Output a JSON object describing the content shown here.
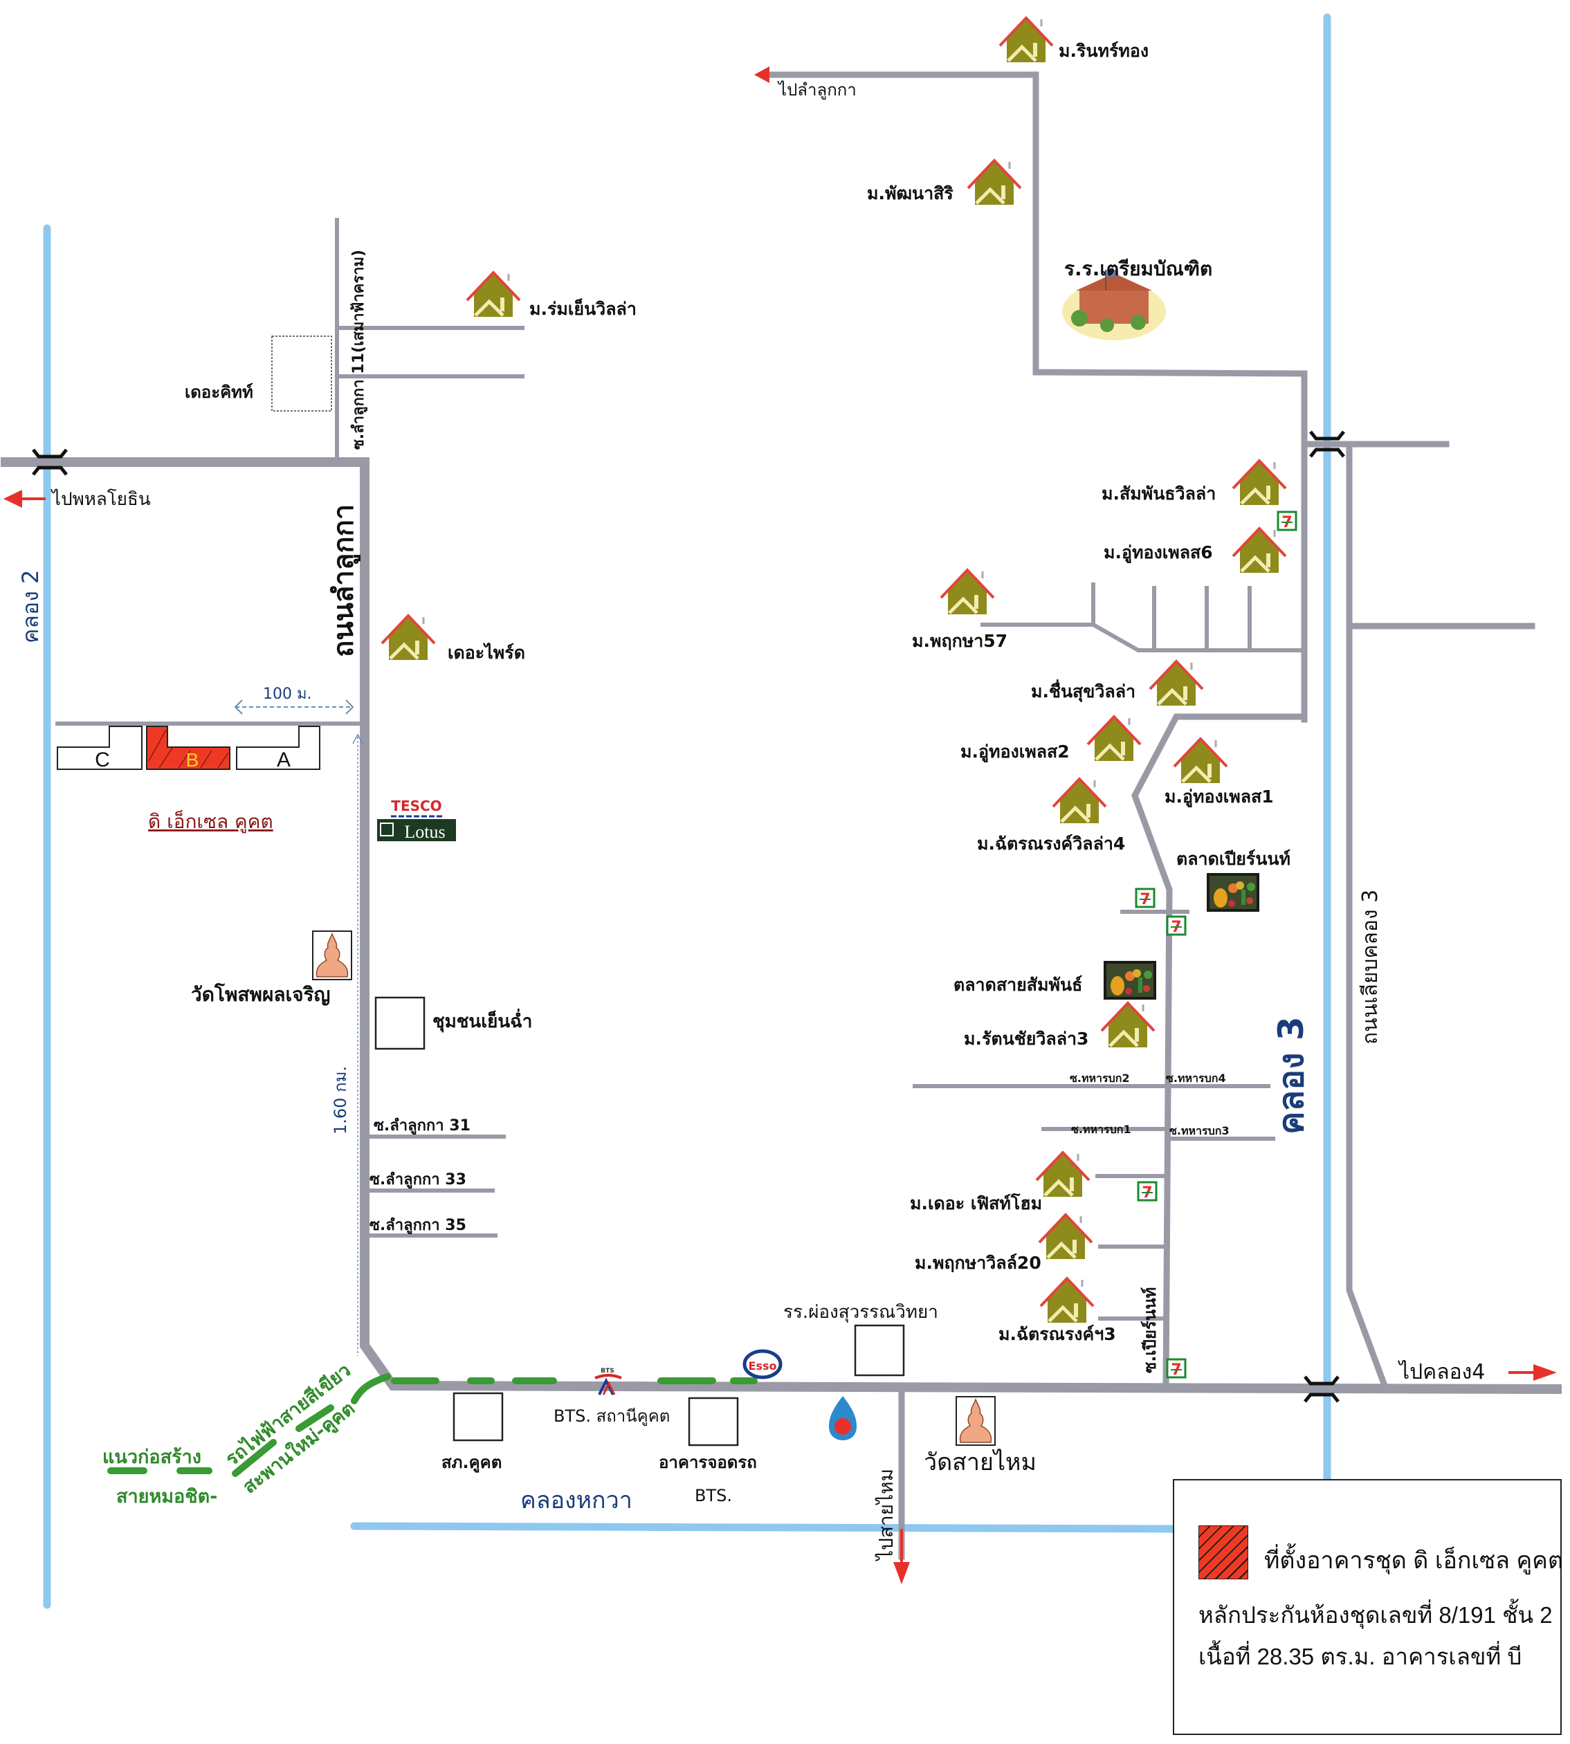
{
  "map": {
    "title": "แผนที่ตั้งอาคารชุด ดิ เอ็กเซล คูคต",
    "project_label": "ดิ เอ็กเซล คูคต",
    "buildings": [
      "C",
      "B",
      "A"
    ],
    "distance_100m": "100 ม.",
    "distance_160km": "1.60 กม.",
    "roads": {
      "lamlukka_road": "ถนนลำลูกกา",
      "soi_lamlukka_11": "ซ.ลำลูกกา 11(เสมาฟ้าคราม)",
      "soi_31": "ซ.ลำลูกกา 31",
      "soi_33": "ซ.ลำลูกกา 33",
      "soi_35": "ซ.ลำลูกกา 35",
      "liab_khlong3": "ถนนเลียบคลอง 3",
      "soi_piyanon": "ซ.เปียร์นนท์",
      "thahanbok1": "ซ.ทหารบก1",
      "thahanbok2": "ซ.ทหารบก2",
      "thahanbok3": "ซ.ทหารบก3",
      "thahanbok4": "ซ.ทหารบก4"
    },
    "canals": {
      "khlong2": "คลอง 2",
      "khlong3": "คลอง 3",
      "khlong_hakwa": "คลองหกวา"
    },
    "directions": {
      "to_phahon": "ไปพหลโยธิน",
      "to_lamlukka": "ไปลำลูกกา",
      "to_khlong4": "ไปคลอง4",
      "to_saimai": "ไปสายไหม"
    },
    "villages": [
      {
        "name": "ม.รินทร์ทอง"
      },
      {
        "name": "ม.พัฒนาสิริ"
      },
      {
        "name": "ม.ร่มเย็นวิลล่า"
      },
      {
        "name": "เดอะไพร์ด"
      },
      {
        "name": "ม.สัมพันธวิลล่า"
      },
      {
        "name": "ม.อู่ทองเพลส6"
      },
      {
        "name": "ม.พฤกษา57"
      },
      {
        "name": "ม.ชื่นสุขวิลล่า"
      },
      {
        "name": "ม.อู่ทองเพลส2"
      },
      {
        "name": "ม.อู่ทองเพลส1"
      },
      {
        "name": "ม.ฉัตรณรงค์วิลล่า4"
      },
      {
        "name": "ม.รัตนชัยวิลล่า3"
      },
      {
        "name": "ม.เดอะ เฟิสท์โฮม"
      },
      {
        "name": "ม.พฤกษาวิลล์20"
      },
      {
        "name": "ม.ฉัตรณรงค์ฯ3"
      }
    ],
    "places": {
      "school_triam": "ร.ร.เตรียมบัณฑิต",
      "the_kit": "เดอะคิทท์",
      "tesco_top": "TESCO",
      "tesco_bottom": "Lotus",
      "wat_pho": "วัดโพสพผลเจริญ",
      "chumchon": "ชุมชนเย็นฉ่ำ",
      "market_piyanon": "ตลาดเปียร์นนท์",
      "market_samphan": "ตลาดสายสัมพันธ์",
      "school_phong": "รร.ผ่องสุวรรณวิทยา",
      "police": "สภ.คูคต",
      "bts_station": "BTS. สถานีคูคต",
      "bts_logo": "BTS",
      "parking_1": "อาคารจอดรถ",
      "parking_2": "BTS.",
      "esso": "Esso",
      "wat_saimai": "วัดสายไหม",
      "seven_eleven": "7"
    },
    "construction": {
      "line1": "แนวก่อสร้าง",
      "line2": "สายหมอชิต-",
      "line3": "รถไฟฟ้าสายสีเขียว",
      "line4": "สะพานใหม่-คูคต"
    }
  },
  "legend": {
    "title": "ที่ตั้งอาคารชุด ดิ เอ็กเซล คูคต",
    "line1": "หลักประกันห้องชุดเลขที่ 8/191 ชั้น 2",
    "line2": "เนื้อที่ 28.35 ตร.ม.  อาคารเลขที่ บี"
  },
  "colors": {
    "road": "#9a9aa6",
    "canal": "#8ec8ee",
    "site": "#ee3a24",
    "bts_line": "#3a9a33",
    "house_body": "#8e8a1c",
    "house_roof": "#e0463a"
  }
}
